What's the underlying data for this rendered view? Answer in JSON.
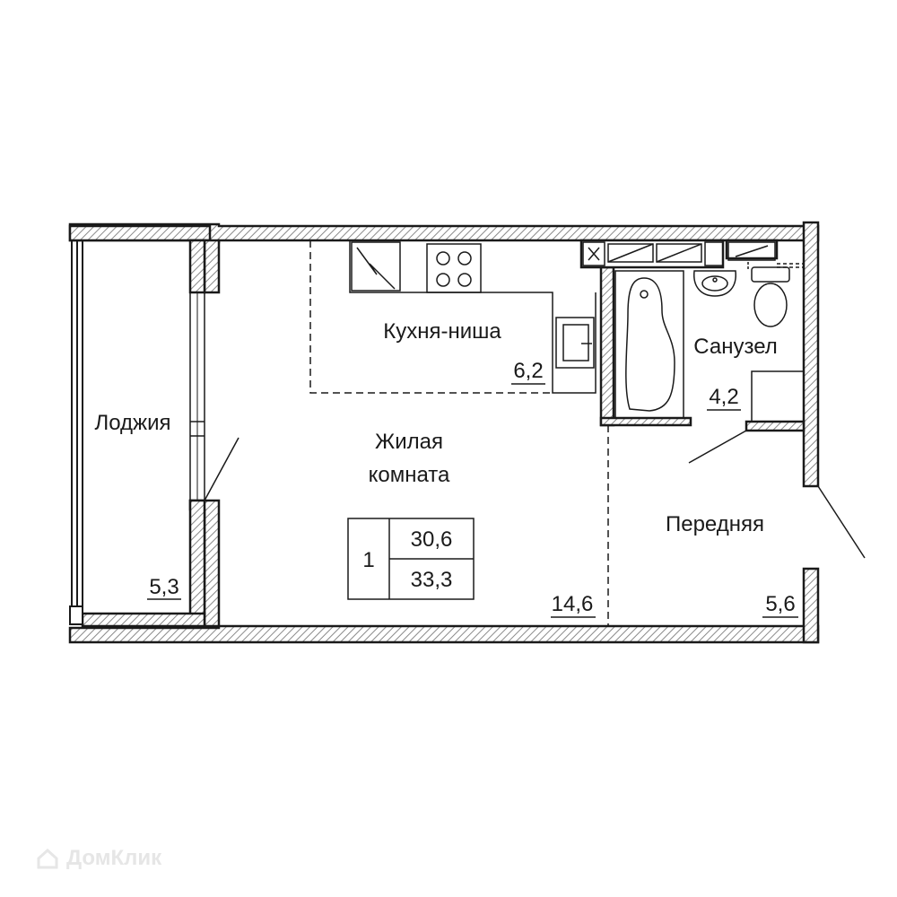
{
  "rooms": {
    "loggia": {
      "name": "Лоджия",
      "area": "5,3"
    },
    "kitchen": {
      "name": "Кухня-ниша",
      "area": "6,2"
    },
    "living": {
      "name_line1": "Жилая",
      "name_line2": "комната",
      "area": "14,6"
    },
    "bathroom": {
      "name": "Санузел",
      "area": "4,2"
    },
    "hall": {
      "name": "Передняя",
      "area": "5,6"
    }
  },
  "summary": {
    "rooms_count": "1",
    "living_area": "30,6",
    "total_area": "33,3"
  },
  "watermark": {
    "text": "ДомКлик"
  },
  "colors": {
    "wall": "#1a1a1a",
    "hatch": "#8a8a8a",
    "watermark": "#e6e6e6"
  },
  "icons": [
    "sink-icon",
    "stove-icon",
    "fridge-icon",
    "bathtub-icon",
    "washbasin-icon",
    "toilet-icon",
    "shower-tray-icon",
    "house-icon"
  ]
}
